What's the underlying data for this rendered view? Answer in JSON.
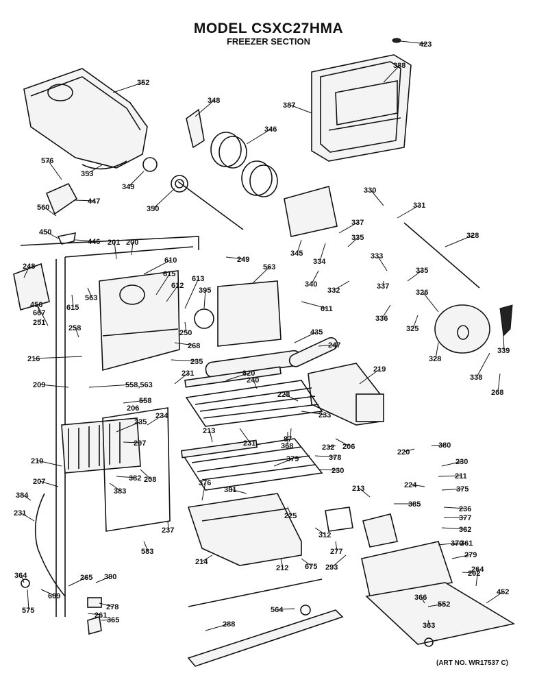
{
  "header": {
    "model": "MODEL CSXC27HMA",
    "section": "FREEZER SECTION"
  },
  "footer": {
    "art_no": "(ART NO. WR17537 C)"
  },
  "callouts": [
    "423",
    "388",
    "387",
    "352",
    "348",
    "346",
    "576",
    "353",
    "349",
    "350",
    "447",
    "560",
    "450",
    "446",
    "201",
    "200",
    "249",
    "330",
    "331",
    "337",
    "335",
    "328",
    "345",
    "334",
    "340",
    "333",
    "337",
    "335",
    "326",
    "332",
    "336",
    "325",
    "328",
    "339",
    "338",
    "268",
    "248",
    "610",
    "615",
    "612",
    "613",
    "395",
    "563",
    "611",
    "615",
    "563",
    "251",
    "667",
    "456",
    "250",
    "258",
    "268",
    "435",
    "247",
    "216",
    "235",
    "231",
    "820",
    "240",
    "219",
    "209",
    "558,563",
    "228",
    "558",
    "206",
    "234",
    "233",
    "235",
    "207",
    "213",
    "231",
    "87",
    "368",
    "232",
    "206",
    "210",
    "379",
    "378",
    "380",
    "220",
    "230",
    "208",
    "382",
    "230",
    "211",
    "207",
    "383",
    "376",
    "381",
    "224",
    "213",
    "375",
    "384",
    "225",
    "385",
    "236",
    "231",
    "377",
    "237",
    "312",
    "362",
    "214",
    "277",
    "361",
    "583",
    "212",
    "370",
    "675",
    "279",
    "293",
    "202",
    "364",
    "265",
    "390",
    "264",
    "609",
    "452",
    "575",
    "278",
    "261",
    "366",
    "564",
    "365",
    "552",
    "288",
    "363"
  ]
}
